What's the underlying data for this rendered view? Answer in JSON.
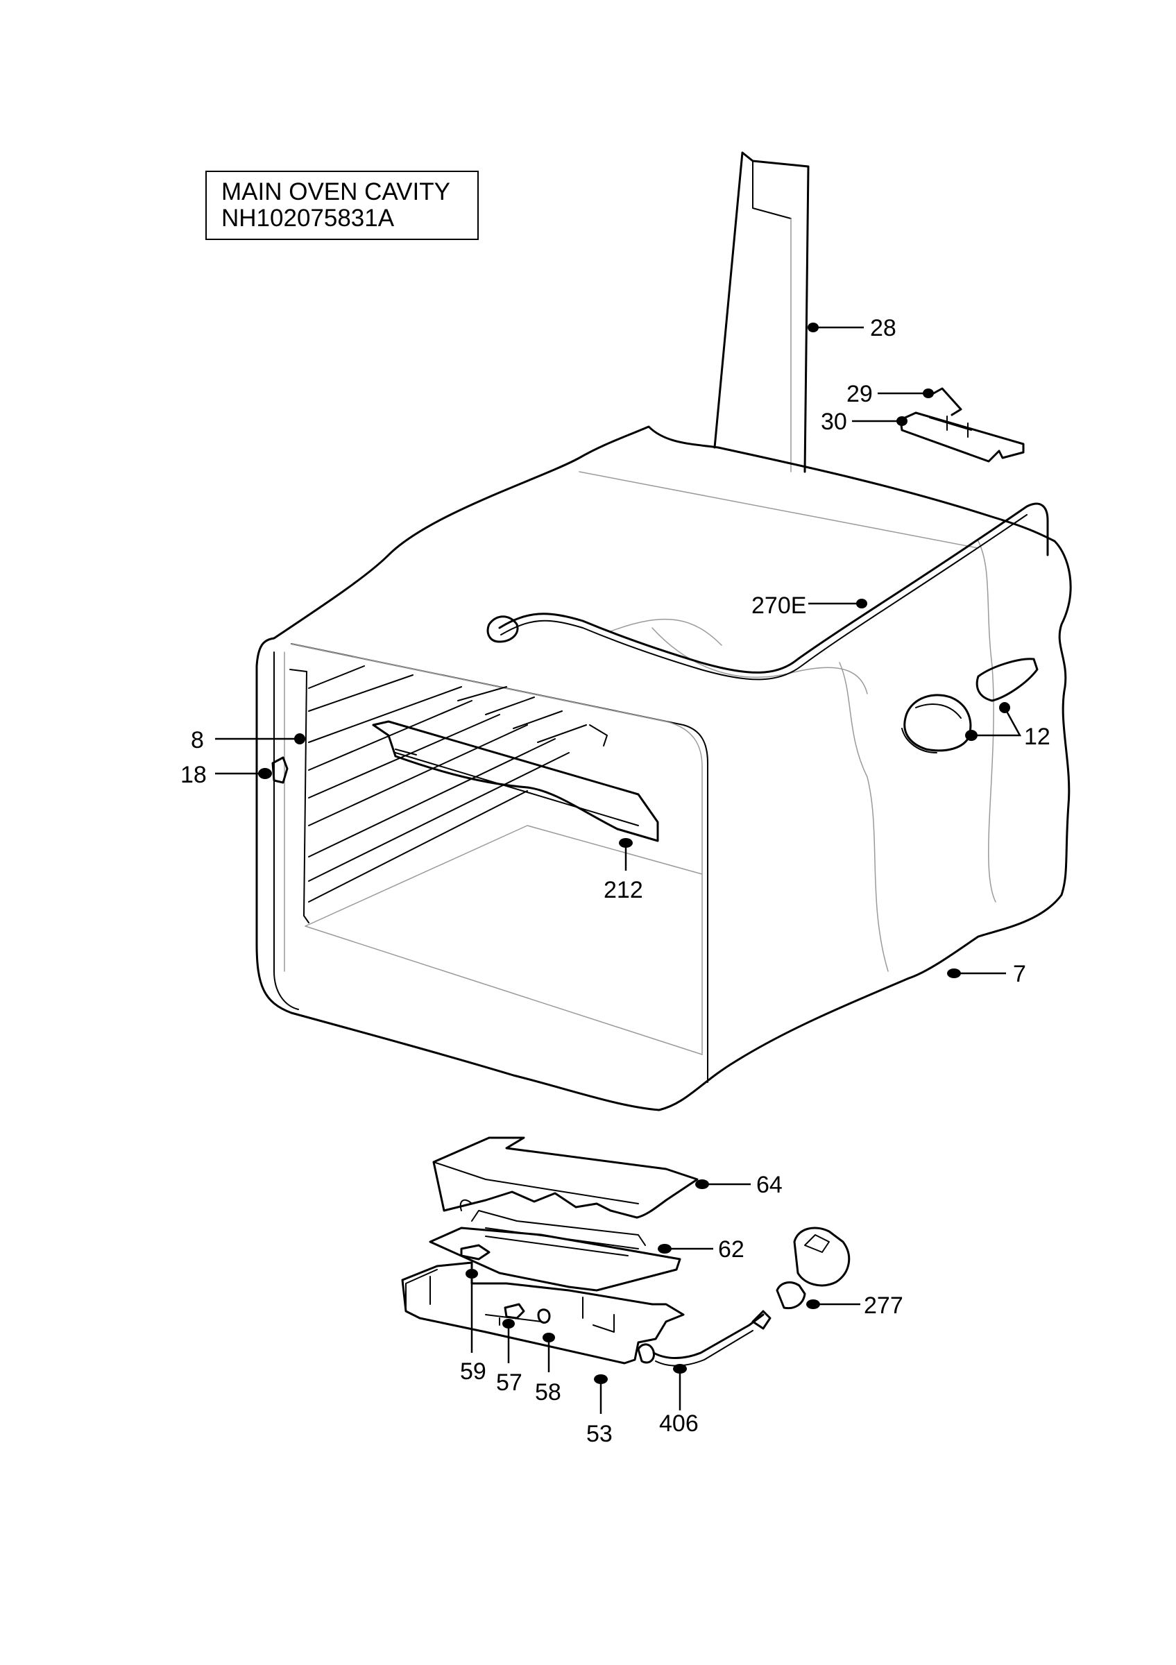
{
  "title_box": {
    "line1": "MAIN OVEN CAVITY",
    "line2": "NH102075831A"
  },
  "callouts": {
    "c28": "28",
    "c29": "29",
    "c30": "30",
    "c270e": "270E",
    "c8": "8",
    "c18": "18",
    "c12": "12",
    "c212": "212",
    "c7": "7",
    "c64": "64",
    "c62": "62",
    "c277": "277",
    "c59": "59",
    "c57": "57",
    "c58": "58",
    "c53": "53",
    "c406": "406"
  }
}
